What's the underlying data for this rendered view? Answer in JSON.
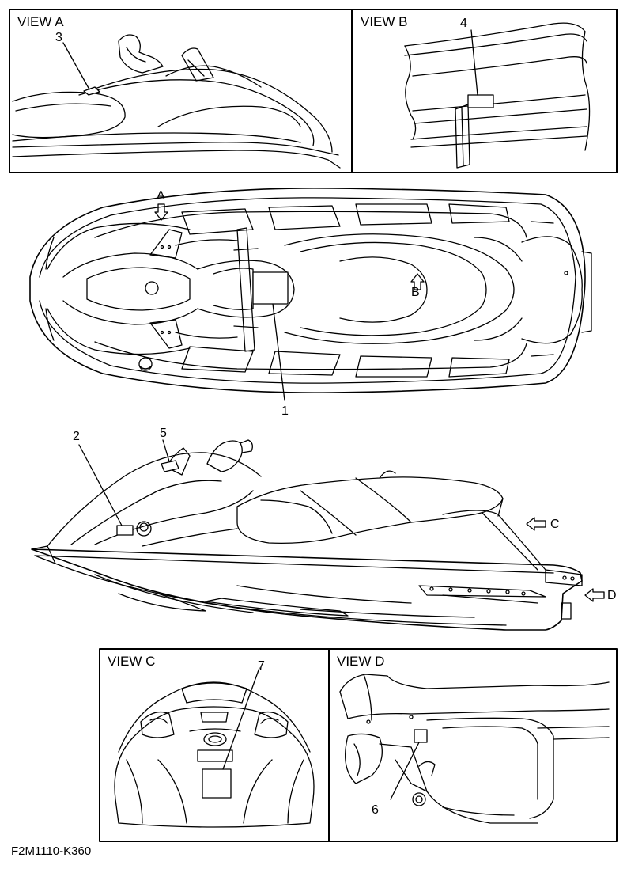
{
  "views": {
    "a": "VIEW A",
    "b": "VIEW B",
    "c": "VIEW C",
    "d": "VIEW D"
  },
  "arrows": {
    "a": "A",
    "b": "B",
    "c": "C",
    "d": "D"
  },
  "callouts": [
    "1",
    "2",
    "3",
    "4",
    "5",
    "6",
    "7"
  ],
  "drawing_code": "F2M1110-K360",
  "icons": [
    "arrow-down-icon",
    "arrow-up-icon",
    "arrow-left-icon"
  ]
}
